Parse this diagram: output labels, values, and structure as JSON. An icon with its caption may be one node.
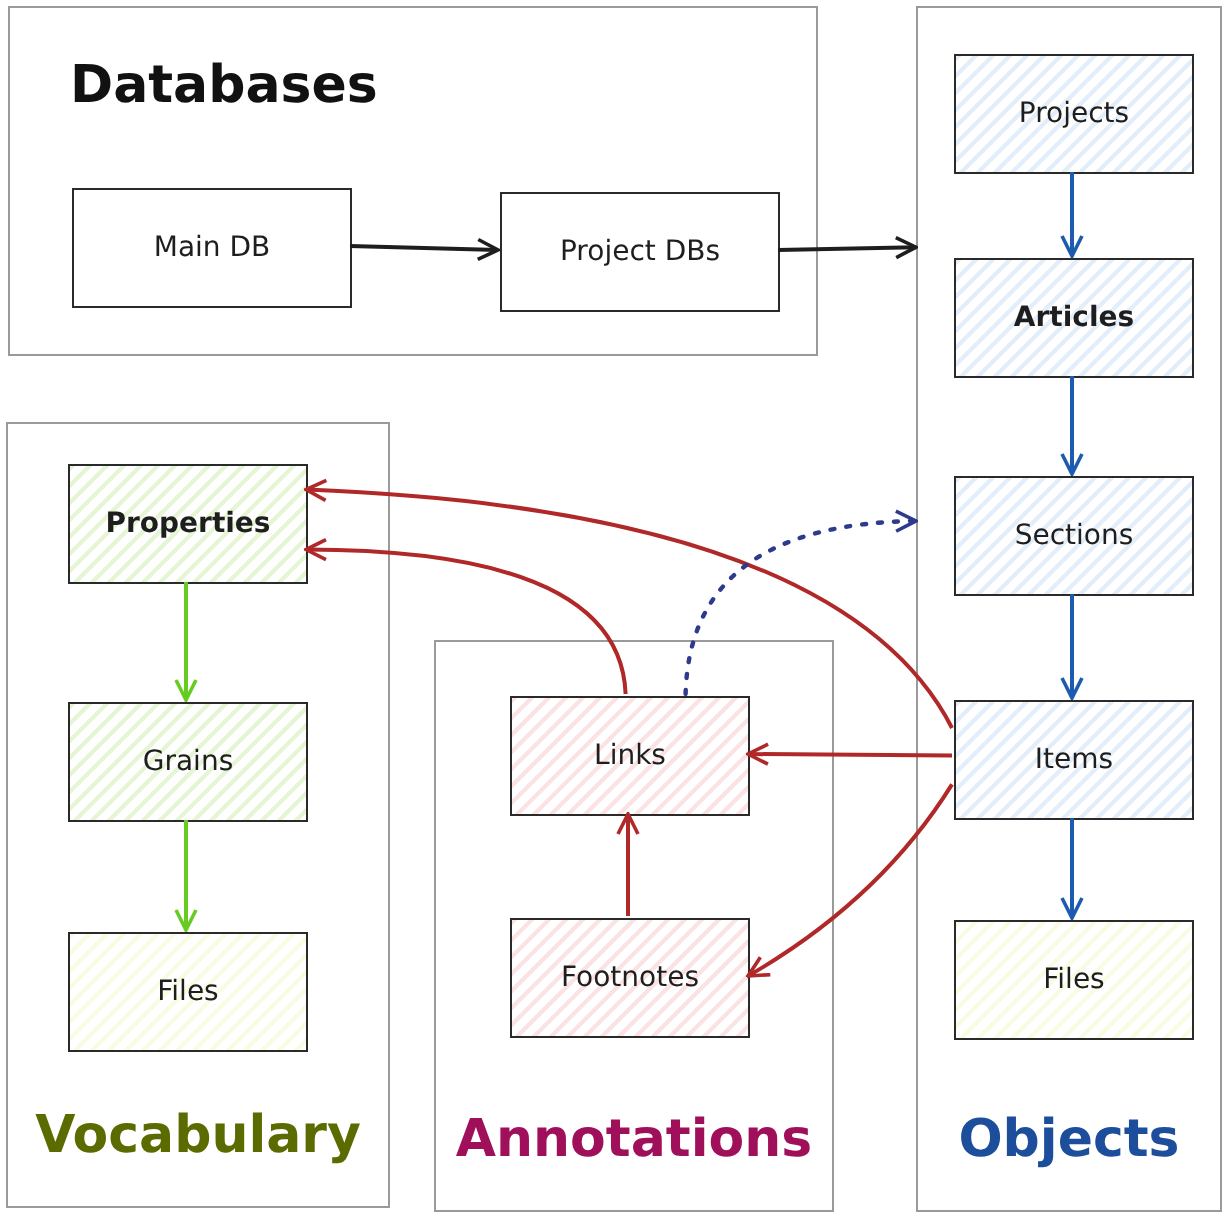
{
  "diagram": {
    "nodes": [
      {
        "text": [
          "Databases"
        ]
      },
      {
        "text": [
          "Main DB"
        ],
        "in": 0
      },
      {
        "text": [
          "Project DBs"
        ],
        "in": 0
      },
      {
        "text": [
          "Objects"
        ]
      },
      {
        "text": [
          "Projects"
        ],
        "in": 3
      },
      {
        "text": [
          "Articles"
        ],
        "in": 3
      },
      {
        "text": [
          "Sections"
        ],
        "in": 3
      },
      {
        "text": [
          "Items"
        ],
        "in": 3
      },
      {
        "text": [
          "Files"
        ],
        "in": 3
      },
      {
        "text": [
          "Vocabulary"
        ]
      },
      {
        "text": [
          "Properties"
        ],
        "in": 9
      },
      {
        "text": [
          "Grains"
        ],
        "in": 9
      },
      {
        "text": [
          "Files"
        ],
        "in": 9
      },
      {
        "text": [
          "Annotations"
        ]
      },
      {
        "text": [
          "Links"
        ],
        "in": 13
      },
      {
        "text": [
          "Footnotes"
        ],
        "in": 13
      }
    ],
    "edges": [
      {
        "from": 1,
        "to": 2,
        "arrow": "to",
        "color": "#1e1e1e"
      },
      {
        "from": 2,
        "to": 3,
        "arrow": "to",
        "color": "#1e1e1e"
      },
      {
        "from": 4,
        "to": 5,
        "arrow": "to",
        "color": "#1c5bb0"
      },
      {
        "from": 5,
        "to": 6,
        "arrow": "to",
        "color": "#1c5bb0"
      },
      {
        "from": 6,
        "to": 7,
        "arrow": "to",
        "color": "#1c5bb0"
      },
      {
        "from": 7,
        "to": 8,
        "arrow": "to",
        "color": "#1c5bb0"
      },
      {
        "from": 10,
        "to": 11,
        "arrow": "to",
        "color": "#66cc22"
      },
      {
        "from": 11,
        "to": 12,
        "arrow": "to",
        "color": "#66cc22"
      },
      {
        "from": 7,
        "to": 10,
        "arrow": "to",
        "color": "#b02828"
      },
      {
        "from": 14,
        "to": 10,
        "arrow": "to",
        "color": "#b02828"
      },
      {
        "from": 7,
        "to": 14,
        "arrow": "to",
        "color": "#b02828"
      },
      {
        "from": 7,
        "to": 15,
        "arrow": "to",
        "color": "#b02828"
      },
      {
        "from": 15,
        "to": 14,
        "arrow": "to",
        "color": "#b02828"
      },
      {
        "from": 14,
        "to": 3,
        "arrow": "to",
        "color": "#2e3a8c",
        "style": "dashed"
      }
    ]
  }
}
